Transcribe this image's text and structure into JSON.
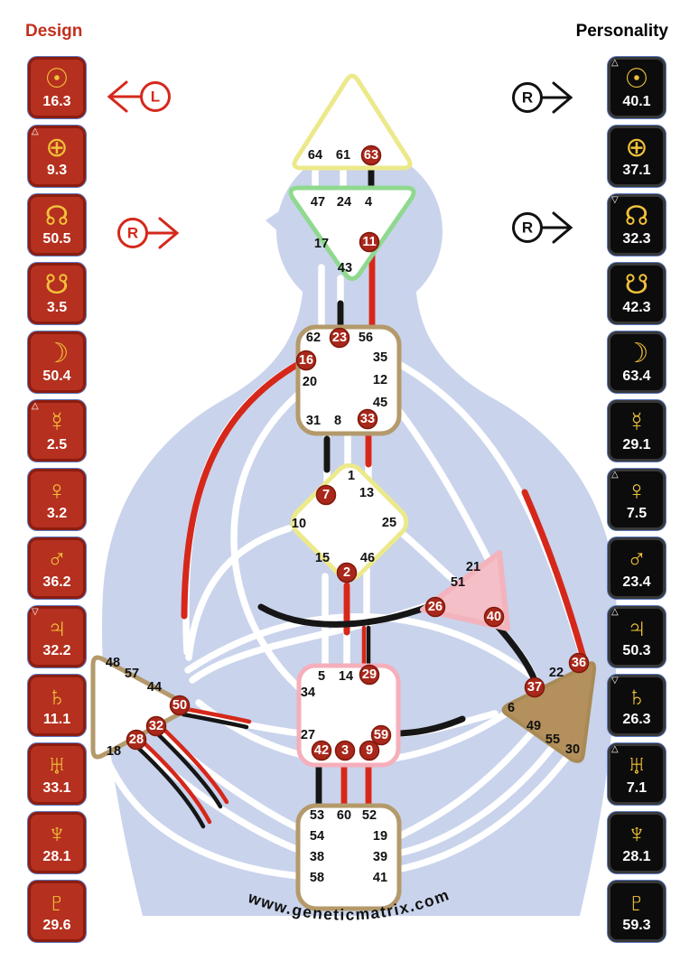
{
  "page": {
    "website": "www.geneticmatrix.com"
  },
  "colors": {
    "design_red": "#b5301f",
    "personality_black": "#0c0c0c",
    "glyph_gold": "#f2c23a",
    "active_gate_red": "#a9281b",
    "channel_red": "#d5281b",
    "channel_black": "#161616",
    "body_blue": "#c9d3ec"
  },
  "design": {
    "label": "Design",
    "planets": [
      {
        "planet": "sun",
        "glyph": "☉",
        "value": "16.3",
        "marker": ""
      },
      {
        "planet": "earth",
        "glyph": "⊕",
        "value": "9.3",
        "marker": "△"
      },
      {
        "planet": "north-node",
        "glyph": "☊",
        "value": "50.5",
        "marker": ""
      },
      {
        "planet": "south-node",
        "glyph": "☋",
        "value": "3.5",
        "marker": ""
      },
      {
        "planet": "moon",
        "glyph": "☽",
        "value": "50.4",
        "marker": ""
      },
      {
        "planet": "mercury",
        "glyph": "☿",
        "value": "2.5",
        "marker": "△"
      },
      {
        "planet": "venus",
        "glyph": "♀",
        "value": "3.2",
        "marker": ""
      },
      {
        "planet": "mars",
        "glyph": "♂",
        "value": "36.2",
        "marker": ""
      },
      {
        "planet": "jupiter",
        "glyph": "♃",
        "value": "32.2",
        "marker": "▽"
      },
      {
        "planet": "saturn",
        "glyph": "♄",
        "value": "11.1",
        "marker": ""
      },
      {
        "planet": "uranus",
        "glyph": "♅",
        "value": "33.1",
        "marker": ""
      },
      {
        "planet": "neptune",
        "glyph": "♆",
        "value": "28.1",
        "marker": ""
      },
      {
        "planet": "pluto",
        "glyph": "♇",
        "value": "29.6",
        "marker": ""
      }
    ]
  },
  "personality": {
    "label": "Personality",
    "planets": [
      {
        "planet": "sun",
        "glyph": "☉",
        "value": "40.1",
        "marker": "△"
      },
      {
        "planet": "earth",
        "glyph": "⊕",
        "value": "37.1",
        "marker": ""
      },
      {
        "planet": "north-node",
        "glyph": "☊",
        "value": "32.3",
        "marker": "▽"
      },
      {
        "planet": "south-node",
        "glyph": "☋",
        "value": "42.3",
        "marker": ""
      },
      {
        "planet": "moon",
        "glyph": "☽",
        "value": "63.4",
        "marker": ""
      },
      {
        "planet": "mercury",
        "glyph": "☿",
        "value": "29.1",
        "marker": ""
      },
      {
        "planet": "venus",
        "glyph": "♀",
        "value": "7.5",
        "marker": "△"
      },
      {
        "planet": "mars",
        "glyph": "♂",
        "value": "23.4",
        "marker": ""
      },
      {
        "planet": "jupiter",
        "glyph": "♃",
        "value": "50.3",
        "marker": "△"
      },
      {
        "planet": "saturn",
        "glyph": "♄",
        "value": "26.3",
        "marker": "▽"
      },
      {
        "planet": "uranus",
        "glyph": "♅",
        "value": "7.1",
        "marker": "△"
      },
      {
        "planet": "neptune",
        "glyph": "♆",
        "value": "28.1",
        "marker": ""
      },
      {
        "planet": "pluto",
        "glyph": "♇",
        "value": "59.3",
        "marker": ""
      }
    ]
  },
  "arrows": {
    "design_left": {
      "letter": "L",
      "direction": "left",
      "color": "red"
    },
    "design_right": {
      "letter": "R",
      "direction": "right",
      "color": "red"
    },
    "personality_top": {
      "letter": "R",
      "direction": "right",
      "color": "black"
    },
    "personality_bottom": {
      "letter": "R",
      "direction": "right",
      "color": "black"
    }
  },
  "bodygraph": {
    "head": {
      "gates": [
        {
          "num": "64",
          "active": false
        },
        {
          "num": "61",
          "active": false
        },
        {
          "num": "63",
          "active": true
        }
      ]
    },
    "ajna": {
      "gates": [
        {
          "num": "47",
          "active": false
        },
        {
          "num": "24",
          "active": false
        },
        {
          "num": "4",
          "active": false
        },
        {
          "num": "17",
          "active": false
        },
        {
          "num": "11",
          "active": true
        },
        {
          "num": "43",
          "active": false
        }
      ]
    },
    "throat": {
      "gates": [
        {
          "num": "62",
          "active": false
        },
        {
          "num": "23",
          "active": true
        },
        {
          "num": "56",
          "active": false
        },
        {
          "num": "16",
          "active": true
        },
        {
          "num": "35",
          "active": false
        },
        {
          "num": "20",
          "active": false
        },
        {
          "num": "12",
          "active": false
        },
        {
          "num": "45",
          "active": false
        },
        {
          "num": "31",
          "active": false
        },
        {
          "num": "8",
          "active": false
        },
        {
          "num": "33",
          "active": true
        }
      ]
    },
    "g": {
      "gates": [
        {
          "num": "1",
          "active": false
        },
        {
          "num": "7",
          "active": true
        },
        {
          "num": "13",
          "active": false
        },
        {
          "num": "10",
          "active": false
        },
        {
          "num": "25",
          "active": false
        },
        {
          "num": "15",
          "active": false
        },
        {
          "num": "46",
          "active": false
        },
        {
          "num": "2",
          "active": true
        }
      ]
    },
    "heart": {
      "gates": [
        {
          "num": "21",
          "active": false
        },
        {
          "num": "51",
          "active": false
        },
        {
          "num": "26",
          "active": true
        },
        {
          "num": "40",
          "active": true
        }
      ]
    },
    "spleen": {
      "gates": [
        {
          "num": "48",
          "active": false
        },
        {
          "num": "57",
          "active": false
        },
        {
          "num": "44",
          "active": false
        },
        {
          "num": "50",
          "active": true
        },
        {
          "num": "32",
          "active": true
        },
        {
          "num": "28",
          "active": true
        },
        {
          "num": "18",
          "active": false
        }
      ]
    },
    "sacral": {
      "gates": [
        {
          "num": "5",
          "active": false
        },
        {
          "num": "14",
          "active": false
        },
        {
          "num": "29",
          "active": true
        },
        {
          "num": "34",
          "active": false
        },
        {
          "num": "27",
          "active": false
        },
        {
          "num": "59",
          "active": true
        },
        {
          "num": "42",
          "active": true
        },
        {
          "num": "3",
          "active": true
        },
        {
          "num": "9",
          "active": true
        }
      ]
    },
    "solar_plexus": {
      "gates": [
        {
          "num": "22",
          "active": false
        },
        {
          "num": "36",
          "active": true
        },
        {
          "num": "37",
          "active": true
        },
        {
          "num": "6",
          "active": false
        },
        {
          "num": "49",
          "active": false
        },
        {
          "num": "55",
          "active": false
        },
        {
          "num": "30",
          "active": false
        }
      ]
    },
    "root": {
      "gates": [
        {
          "num": "53",
          "active": false
        },
        {
          "num": "60",
          "active": false
        },
        {
          "num": "52",
          "active": false
        },
        {
          "num": "54",
          "active": false
        },
        {
          "num": "19",
          "active": false
        },
        {
          "num": "38",
          "active": false
        },
        {
          "num": "39",
          "active": false
        },
        {
          "num": "58",
          "active": false
        },
        {
          "num": "41",
          "active": false
        }
      ]
    }
  }
}
